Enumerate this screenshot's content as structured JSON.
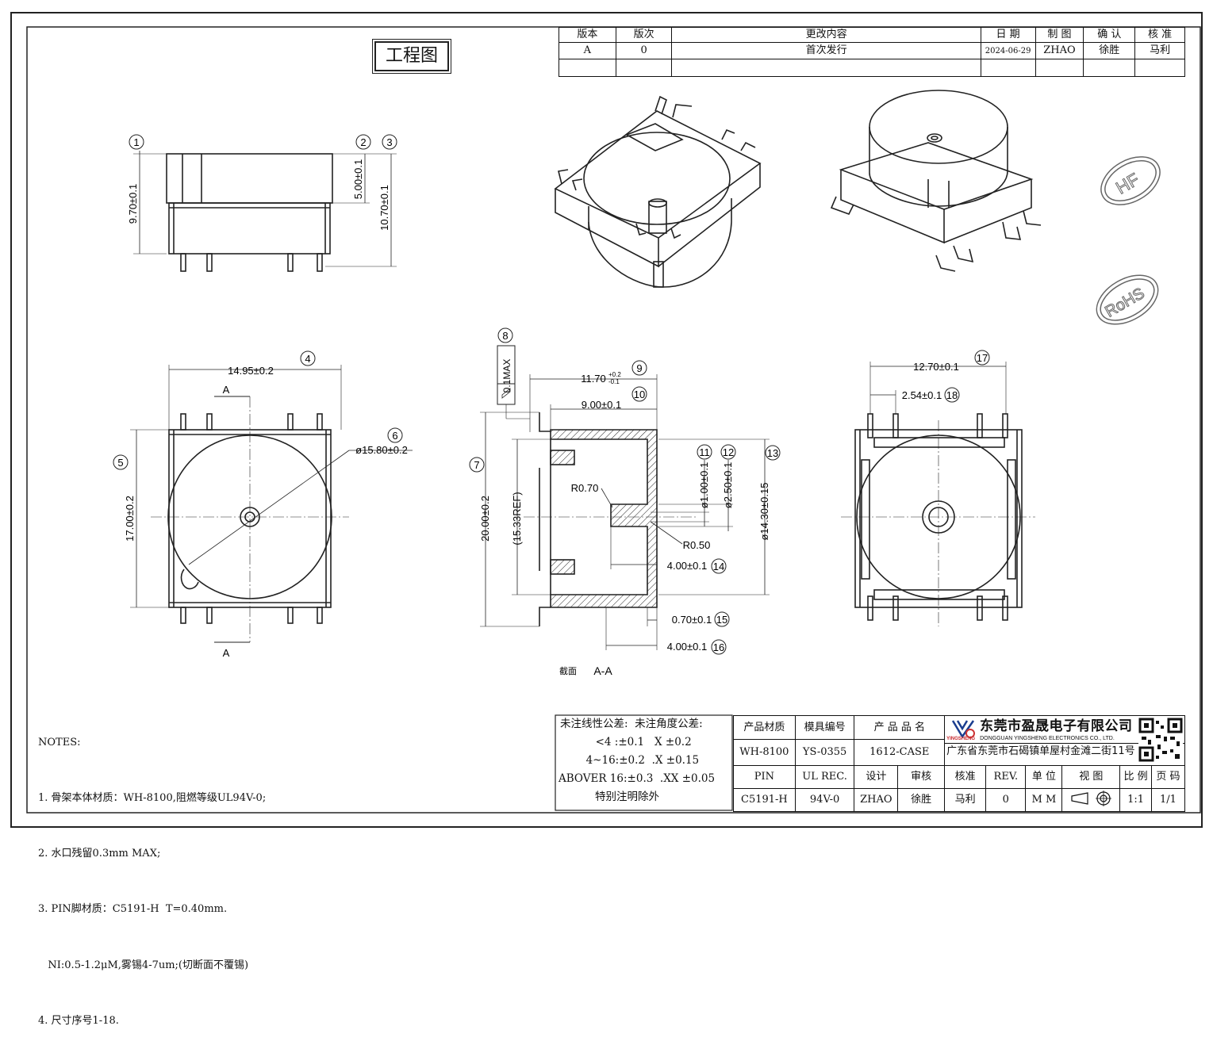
{
  "title": "工程图",
  "revision_table": {
    "headers": [
      "版本",
      "版次",
      "更改内容",
      "日 期",
      "制 图",
      "确 认",
      "核 准"
    ],
    "rows": [
      [
        "A",
        "0",
        "首次发行",
        "2024-06-29",
        "ZHAO",
        "徐胜",
        "马利"
      ]
    ]
  },
  "marks": [
    "HF",
    "RoHS"
  ],
  "views": {
    "front": {
      "balloons": [
        "1",
        "2",
        "3"
      ],
      "dims": [
        "9.70±0.1",
        "5.00±0.1",
        "10.70±0.1"
      ]
    },
    "top": {
      "balloons": [
        "4",
        "5",
        "6"
      ],
      "dims": [
        "14.95±0.2",
        "17.00±0.2",
        "ø15.80±0.2"
      ],
      "section_labels": [
        "A",
        "A"
      ]
    },
    "section": {
      "balloons": [
        "8",
        "9",
        "10",
        "7",
        "11",
        "12",
        "13",
        "14",
        "15",
        "16"
      ],
      "flatness": "0.1MAX",
      "dims": {
        "d9_main": "11.70",
        "d9_upper": "+0.2",
        "d9_lower": "-0.1",
        "d10": "9.00±0.1",
        "d7": "20.00±0.2",
        "ref": "(15.33REF)",
        "r070": "R0.70",
        "r050": "R0.50",
        "d11": "ø1.00±0.1",
        "d12": "ø2.50±0.1",
        "d13": "ø14.30±0.15",
        "d14": "4.00±0.1",
        "d15": "0.70±0.1",
        "d16": "4.00±0.1"
      },
      "caption_prefix": "截面",
      "caption": "A-A"
    },
    "bottom": {
      "balloons": [
        "17",
        "18"
      ],
      "dims": [
        "12.70±0.1",
        "2.54±0.1"
      ]
    }
  },
  "notes": {
    "heading": "NOTES:",
    "lines": [
      "1. 骨架本体材质：WH-8100,阻燃等级UL94V-0;",
      "2. 水口残留0.3mm MAX;",
      "3. PIN脚材质：C5191-H  T=0.40mm.",
      "   NI:0.5-1.2μM,雾锡4-7um;(切断面不覆锡)",
      "4. 尺寸序号1-18."
    ]
  },
  "tolerance": {
    "header": "未注线性公差:  未注角度公差:",
    "lines": [
      "  <4 :±0.1   X ±0.2",
      "  4~16:±0.2  .X ±0.15",
      "ABOVER 16:±0.3  .XX ±0.05",
      "       特别注明除外"
    ]
  },
  "spec_table": {
    "row1": [
      "产品材质",
      "模具编号",
      "产 品 品 名"
    ],
    "row2": [
      "WH-8100",
      "YS-0355",
      "1612-CASE"
    ],
    "row3": [
      "PIN",
      "UL REC.",
      "设计",
      "审核",
      "核准",
      "REV.",
      "单 位",
      "视 图",
      "比 例",
      "页 码"
    ],
    "row4": [
      "C5191-H",
      "94V-0",
      "ZHAO",
      "徐胜",
      "马利",
      "0",
      "M M",
      "",
      "1:1",
      "1/1"
    ]
  },
  "company": {
    "logo_text": "YINGSHENG",
    "name": "东莞市盈晟电子有限公司",
    "name_en": "DONGGUAN YINGSHENG ELECTRONICS CO., LTD.",
    "address": "广东省东莞市石碣镇单屋村金滩二街11号"
  }
}
